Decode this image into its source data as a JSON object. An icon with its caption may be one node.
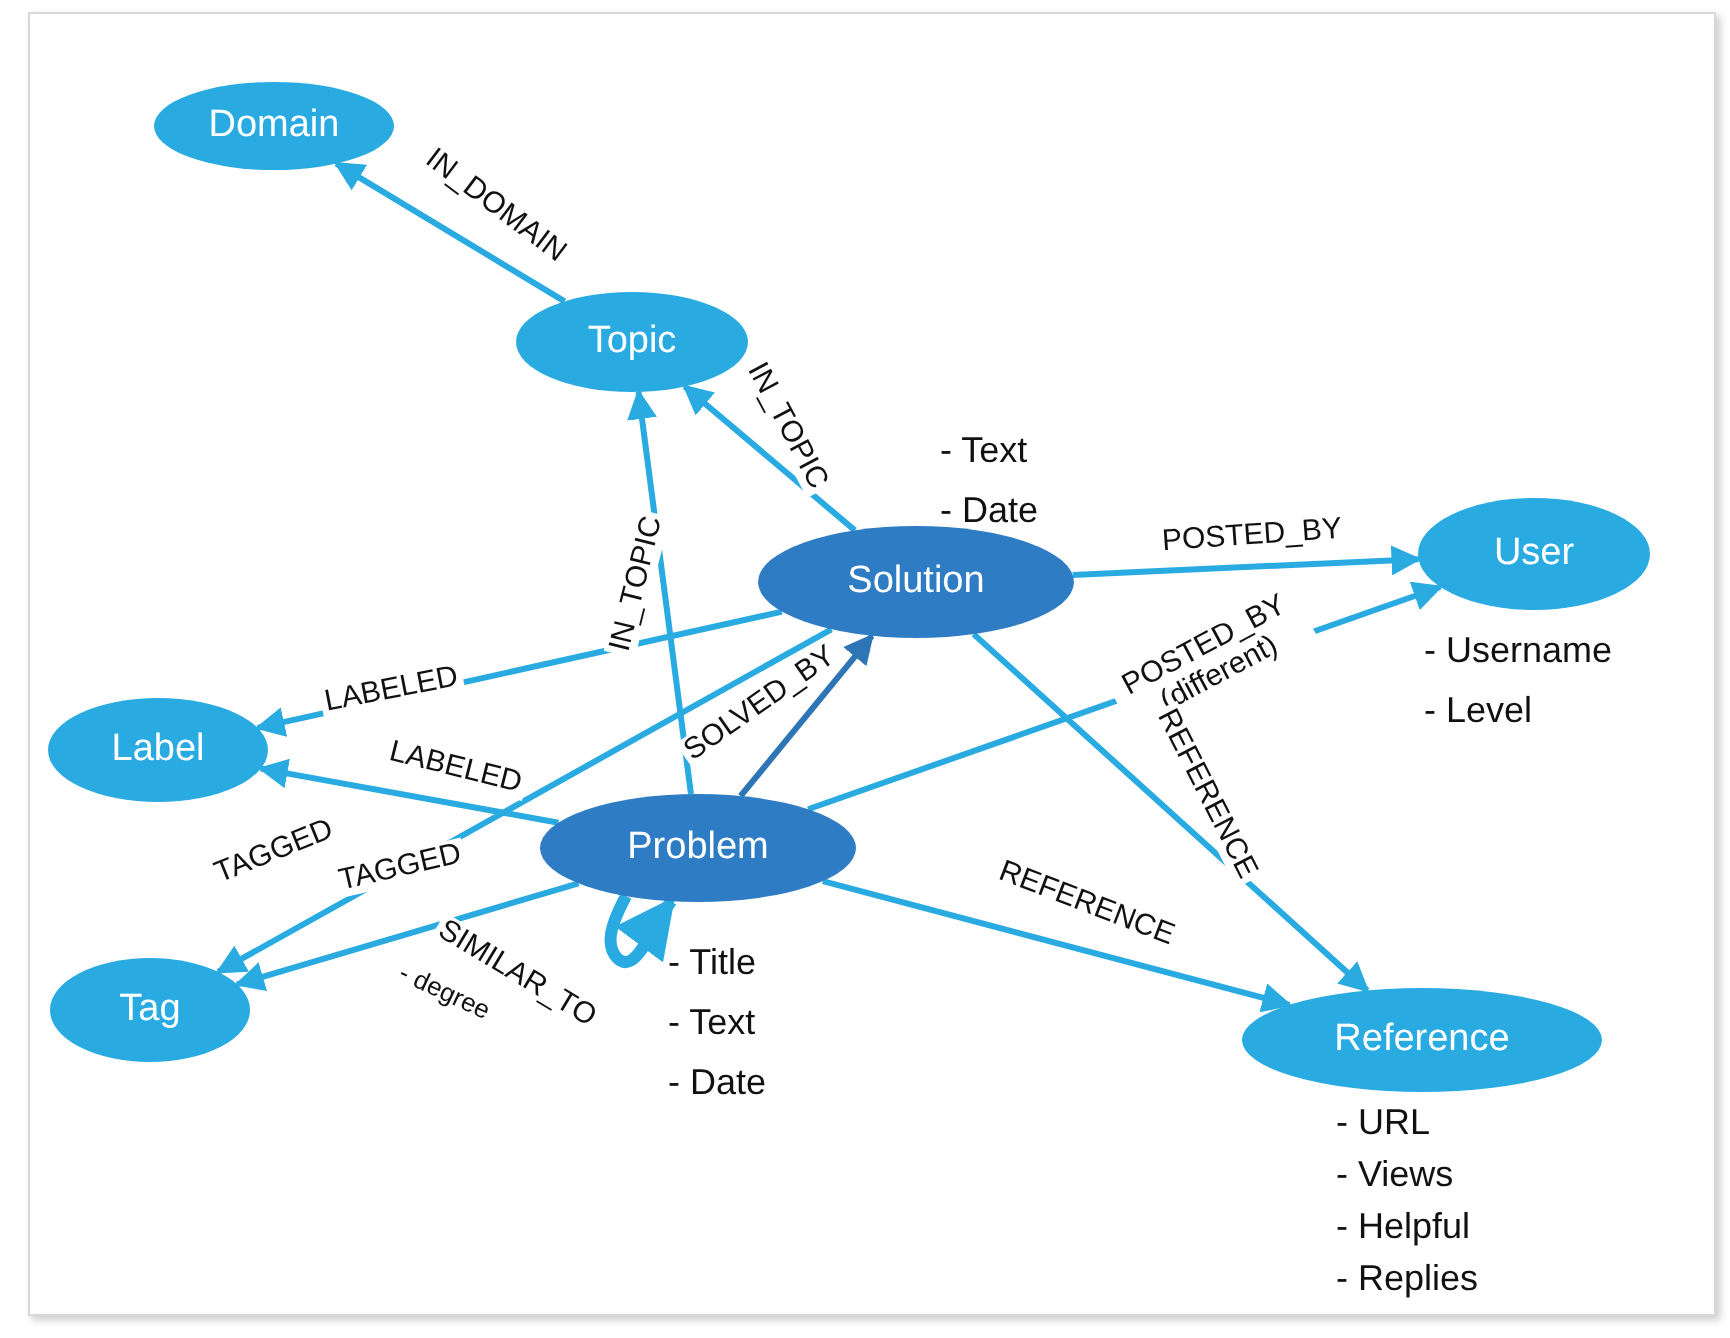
{
  "diagram": {
    "nodes": [
      {
        "text": [
          "Domain"
        ]
      },
      {
        "text": [
          "Topic"
        ]
      },
      {
        "text": [
          "Solution"
        ],
        "beside": [
          "- Text",
          "- Date"
        ]
      },
      {
        "text": [
          "User"
        ],
        "beside": [
          "- Username",
          "- Level"
        ]
      },
      {
        "text": [
          "Label"
        ]
      },
      {
        "text": [
          "Problem"
        ],
        "beside": [
          "- Title",
          "- Text",
          "- Date"
        ]
      },
      {
        "text": [
          "Tag"
        ]
      },
      {
        "text": [
          "Reference"
        ],
        "beside": [
          "- URL",
          "- Views",
          "- Helpful",
          "- Replies"
        ]
      }
    ],
    "edges": [
      {
        "from": 1,
        "to": 0,
        "arrow": "to",
        "label": "IN_DOMAIN"
      },
      {
        "from": 2,
        "to": 1,
        "arrow": "to",
        "label": "IN_TOPIC"
      },
      {
        "from": 5,
        "to": 1,
        "arrow": "to",
        "label": "IN_TOPIC"
      },
      {
        "from": 2,
        "to": 3,
        "arrow": "to",
        "label": "POSTED_BY"
      },
      {
        "from": 5,
        "to": 3,
        "arrow": "to",
        "label": "POSTED_BY (different)"
      },
      {
        "from": 2,
        "to": 4,
        "arrow": "to",
        "label": "LABELED"
      },
      {
        "from": 5,
        "to": 4,
        "arrow": "to",
        "label": "LABELED"
      },
      {
        "from": 5,
        "to": 2,
        "arrow": "to",
        "label": "SOLVED_BY",
        "color": "#2e75b6"
      },
      {
        "from": 2,
        "to": 6,
        "arrow": "to",
        "label": "TAGGED"
      },
      {
        "from": 5,
        "to": 6,
        "arrow": "to",
        "label": "TAGGED"
      },
      {
        "from": 2,
        "to": 7,
        "arrow": "to",
        "label": "REFERENCE"
      },
      {
        "from": 5,
        "to": 7,
        "arrow": "to",
        "label": "REFERENCE"
      },
      {
        "from": 5,
        "to": 5,
        "arrow": "to",
        "label": "SIMILAR_TO",
        "style": "thick"
      }
    ],
    "labels": [
      "- degree"
    ]
  }
}
